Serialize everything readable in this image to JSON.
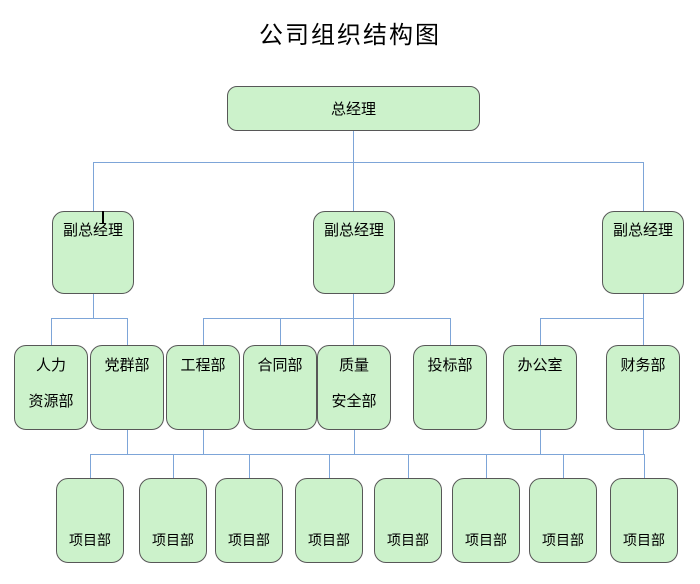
{
  "title": "公司组织结构图",
  "colors": {
    "background": "#ffffff",
    "node_fill": "#ccf2cb",
    "node_border": "#575757",
    "connector": "#7da5d8",
    "text": "#000000"
  },
  "nodes": {
    "root": "总经理",
    "deputies": [
      "副总经理",
      "副总经理",
      "副总经理"
    ],
    "departments": [
      {
        "line1": "人力",
        "line2": "资源部"
      },
      {
        "line1": "党群部",
        "line2": ""
      },
      {
        "line1": "工程部",
        "line2": ""
      },
      {
        "line1": "合同部",
        "line2": ""
      },
      {
        "line1": "质量",
        "line2": "安全部"
      },
      {
        "line1": "投标部",
        "line2": ""
      },
      {
        "line1": "办公室",
        "line2": ""
      },
      {
        "line1": "财务部",
        "line2": ""
      }
    ],
    "projects": [
      "项目部",
      "项目部",
      "项目部",
      "项目部",
      "项目部",
      "项目部",
      "项目部",
      "项目部"
    ]
  }
}
